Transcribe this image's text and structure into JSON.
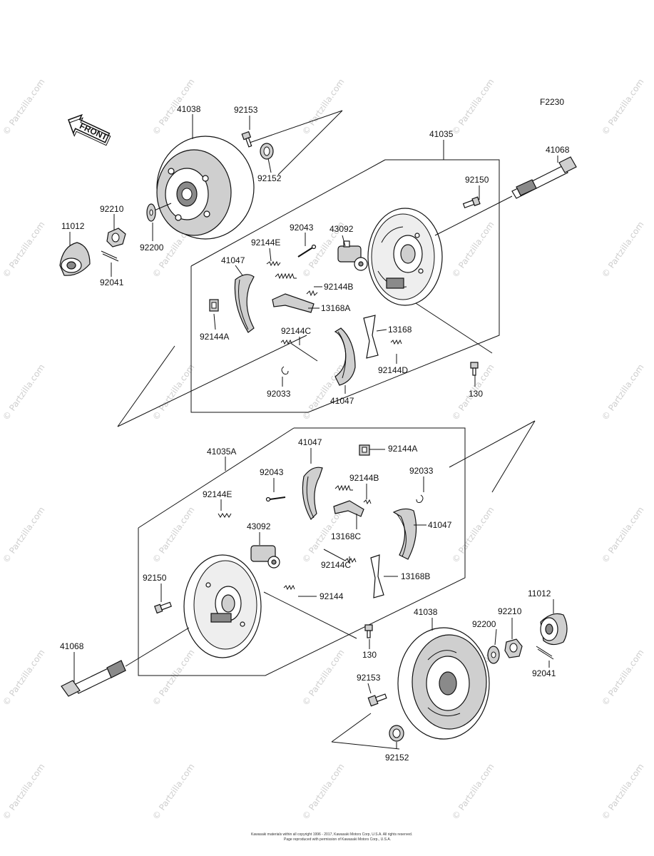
{
  "figure_code": "F2230",
  "front_label": "FRONT",
  "watermark": "© Partzilla.com",
  "footer": {
    "line1": "Kawasaki materials within all copyright 1996 - 2017, Kawasaki Motors Corp, U.S.A. All rights reserved.",
    "line2": "Page reproduced with permission of Kawasaki Motors Corp., U.S.A."
  },
  "callouts": [
    {
      "id": "c-41038-top",
      "text": "41038"
    },
    {
      "id": "c-92153-top",
      "text": "92153"
    },
    {
      "id": "c-92152-top",
      "text": "92152"
    },
    {
      "id": "c-41035",
      "text": "41035"
    },
    {
      "id": "c-41068-top",
      "text": "41068"
    },
    {
      "id": "c-92150-top",
      "text": "92150"
    },
    {
      "id": "c-92210-top",
      "text": "92210"
    },
    {
      "id": "c-11012-top",
      "text": "11012"
    },
    {
      "id": "c-92200-top",
      "text": "92200"
    },
    {
      "id": "c-92041-top",
      "text": "92041"
    },
    {
      "id": "c-92043-top",
      "text": "92043"
    },
    {
      "id": "c-43092-top",
      "text": "43092"
    },
    {
      "id": "c-92144E-top",
      "text": "92144E"
    },
    {
      "id": "c-41047-top-a",
      "text": "41047"
    },
    {
      "id": "c-92144B-top",
      "text": "92144B"
    },
    {
      "id": "c-13168A",
      "text": "13168A"
    },
    {
      "id": "c-92144A-top",
      "text": "92144A"
    },
    {
      "id": "c-92144C-top",
      "text": "92144C"
    },
    {
      "id": "c-13168",
      "text": "13168"
    },
    {
      "id": "c-92144D",
      "text": "92144D"
    },
    {
      "id": "c-92033-top",
      "text": "92033"
    },
    {
      "id": "c-41047-top-b",
      "text": "41047"
    },
    {
      "id": "c-130-top",
      "text": "130"
    },
    {
      "id": "c-41035A",
      "text": "41035A"
    },
    {
      "id": "c-41047-bot-a",
      "text": "41047"
    },
    {
      "id": "c-92144A-bot",
      "text": "92144A"
    },
    {
      "id": "c-92043-bot",
      "text": "92043"
    },
    {
      "id": "c-92144B-bot",
      "text": "92144B"
    },
    {
      "id": "c-92033-bot",
      "text": "92033"
    },
    {
      "id": "c-92144E-bot",
      "text": "92144E"
    },
    {
      "id": "c-43092-bot",
      "text": "43092"
    },
    {
      "id": "c-13168C",
      "text": "13168C"
    },
    {
      "id": "c-41047-bot-b",
      "text": "41047"
    },
    {
      "id": "c-92150-bot",
      "text": "92150"
    },
    {
      "id": "c-92144C-bot",
      "text": "92144C"
    },
    {
      "id": "c-13168B",
      "text": "13168B"
    },
    {
      "id": "c-92144",
      "text": "92144"
    },
    {
      "id": "c-41038-bot",
      "text": "41038"
    },
    {
      "id": "c-11012-bot",
      "text": "11012"
    },
    {
      "id": "c-92210-bot",
      "text": "92210"
    },
    {
      "id": "c-92200-bot",
      "text": "92200"
    },
    {
      "id": "c-41068-bot",
      "text": "41068"
    },
    {
      "id": "c-130-bot",
      "text": "130"
    },
    {
      "id": "c-92041-bot",
      "text": "92041"
    },
    {
      "id": "c-92153-bot",
      "text": "92153"
    },
    {
      "id": "c-92152-bot",
      "text": "92152"
    }
  ]
}
